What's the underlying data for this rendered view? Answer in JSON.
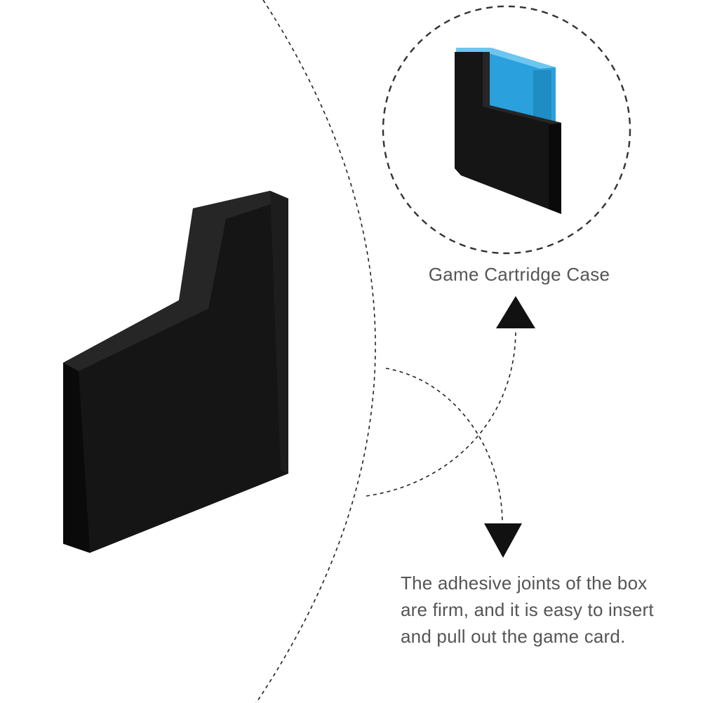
{
  "captions": {
    "top": "Game Cartridge Case",
    "bottom_lines": [
      "The adhesive joints of the box",
      "are firm, and it is easy to insert",
      "and pull out the game card."
    ]
  },
  "colors": {
    "background": "#ffffff",
    "case_black": "#151515",
    "cartridge_blue": "#2aa0dc",
    "caption_text": "#555555",
    "dashed_line": "#222222"
  },
  "icons": {
    "arrow_up": "triangle-up-icon",
    "arrow_down": "triangle-down-icon"
  }
}
